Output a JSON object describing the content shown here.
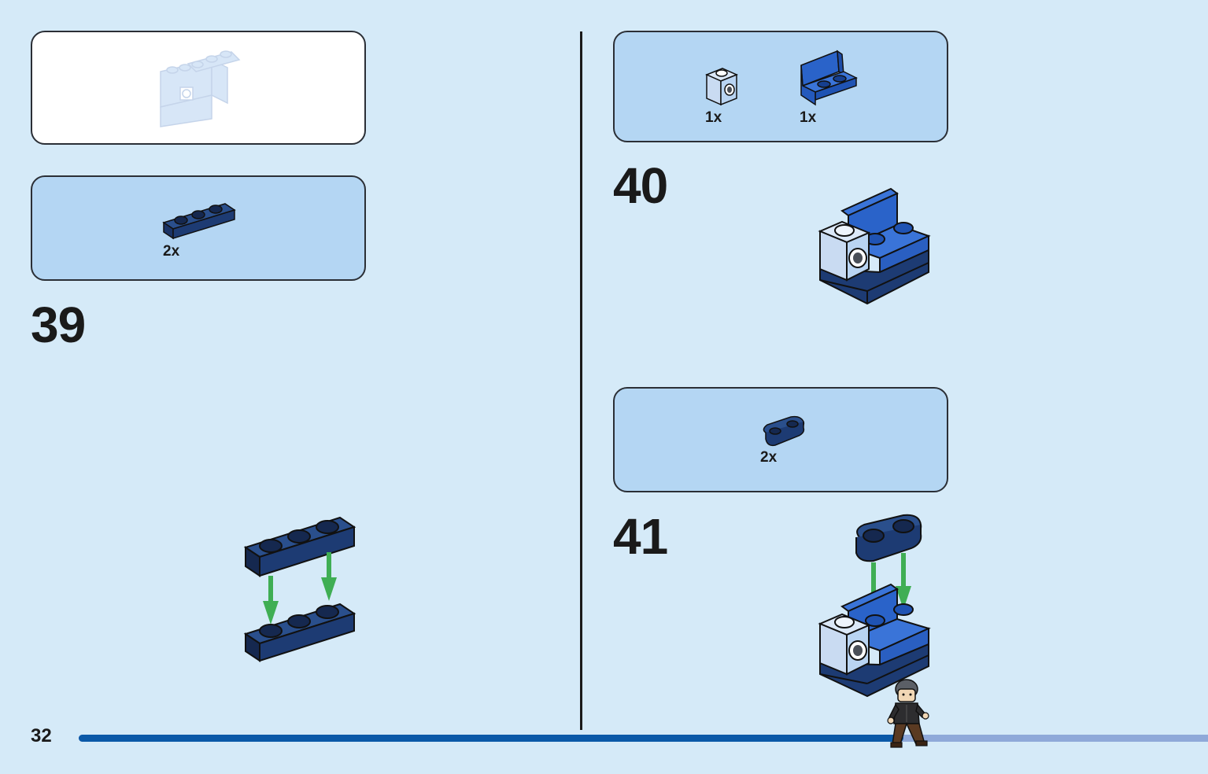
{
  "page": {
    "number": "32"
  },
  "progress": {
    "fraction": 0.73,
    "fill_color": "#0b59a8",
    "track_color": "#8fa9d9"
  },
  "colors": {
    "background": "#d5eaf8",
    "callout_blue": "#b4d6f3",
    "dark_blue_brick": "#1d3b73",
    "bright_blue_brick": "#2a63c9",
    "light_blue_brick": "#b9d4f2",
    "arrow_green": "#3fae54"
  },
  "steps": [
    {
      "number": "39",
      "parts": [
        {
          "qty": "2x",
          "part": "dark-blue-plate-1x3-icon"
        }
      ]
    },
    {
      "number": "40",
      "parts": [
        {
          "qty": "1x",
          "part": "light-blue-brick-1x1-with-stud-icon"
        },
        {
          "qty": "1x",
          "part": "blue-bracket-plate-icon"
        }
      ]
    },
    {
      "number": "41",
      "parts": [
        {
          "qty": "2x",
          "part": "dark-blue-plate-1x2-rounded-icon"
        }
      ]
    }
  ],
  "figure": {
    "character": "minifigure-walking-icon"
  }
}
